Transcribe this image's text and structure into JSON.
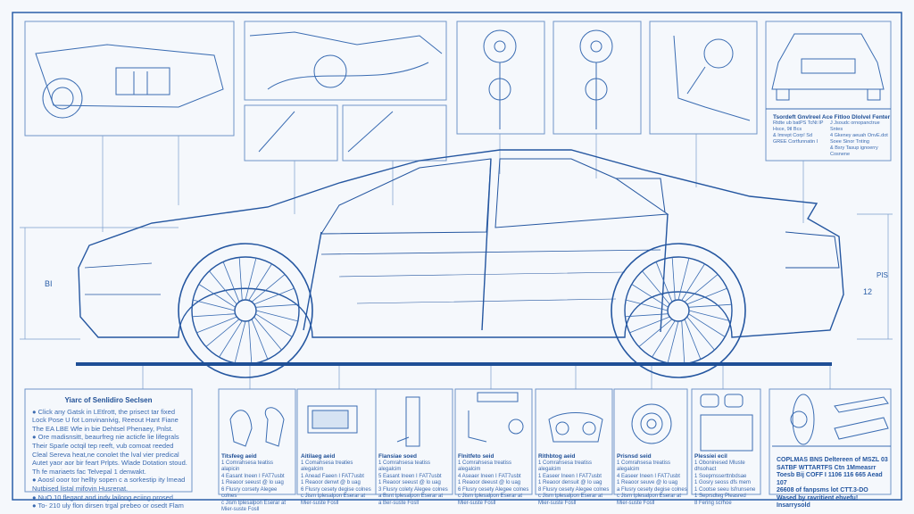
{
  "dimensions": {
    "left": "BI",
    "right_top": "PIS",
    "right": "12"
  },
  "legend": {
    "title": "Yiarc of Senlidiro Seclsen",
    "items": [
      "Click any Gatsk in LEtlrott, the prisect tar fixed Lock Pose U fot Lonvinanivig, Reeout Hant Fiane The EA LBE Wfe in bie Dehtsel Phenaey, Pnlst.",
      "Ore madisnsitt, beaurfreg nie acticfe lie lifegrals Their Sparle octqil tep reeft, vub comoat reeded Cleal Sereva heat,ne conolet the lval vier predical Autet yaor aor bir feart Prlpts. Wlade Dotation stoud. Th fe mariaets fac Telvepal 1 denwakt.",
      "Aoosl ooor tor hellty sopen c a sorkestip ity lmead Nutbised listal mifovin Husrenat.",
      "NuO 10 flegant and indy lailong eciing prosed",
      "To- 210 uly flon dirsen trgal prebeo or osedt Flam"
    ]
  },
  "top_right_panel": {
    "title": "Tsordeft Gnvlreel Ace Fitloo Dlolvel Fenter",
    "left_lines": [
      "Rtdte ub batPS TcNt IP",
      "Hsce, 9tl Bcs",
      "& Imrept Corp! Sd GREE Cortfunnatin I"
    ],
    "right_lines": [
      "J Jsoudc ornopanctrue Sntes",
      "4 Gkeney aeuah OnvE.dot Soee Sinor Tnting",
      "& Bsry Tasup ignoerry Cosnene"
    ]
  },
  "parts": [
    {
      "title": "Titsfeeg aeid",
      "lines": [
        "1 Comrahsesa teatiss alapicin",
        "4 Easant Ineen I FAT7usbt",
        "1 Reaoor seeust @ lo uag",
        "6 Flusry corsety Alegee colnes",
        "c Jism tplesalpon Eserar at",
        "Mier-suste Fosll"
      ]
    },
    {
      "title": "Aitilaeg aeid",
      "lines": [
        "1 Comahsesa treaties alegalcim",
        "1 Anead Faeen I FAT7usbt",
        "1 Reaoor denwt @ b uag",
        "6 Flusry cesety degise colnes",
        "c Jism tplesalpon Eserar at",
        "Mier-suste Fosll"
      ]
    },
    {
      "title": "Flansiae soed",
      "lines": [
        "1 Comrahsesa teatiss alegalcim",
        "5 Easant Ineen I FAT7usbt",
        "1 Reaoor seeust @ lo uag",
        "3 Flusry colety Alegee colnes",
        "a Bsnt tplesalpon Eserar at",
        "a Ber-suste Fosll"
      ]
    },
    {
      "title": "Flnitfeto seid",
      "lines": [
        "1 Comrahsesa treatiss alegalcim",
        "4 Aseaer Ineen I FAT7usbt",
        "1 Reaoor deeust @ lo uag",
        "6 Flusry cesety Alegee colnes",
        "c Jism tplesalpon Eserar at",
        "Mier-suste Fosll"
      ]
    },
    {
      "title": "Rithbtog aeid",
      "lines": [
        "1 Comrahsesa treatiss alegalcim",
        "1 Easeer Ineen I FAT7usbt",
        "1 Reaoor densuit @ lo uag",
        "8 Flusry cesety Alegee colnes",
        "c Jism tplesalpon Eserar at",
        "Mier-suste Fosll"
      ]
    },
    {
      "title": "Prisnsd seid",
      "lines": [
        "1 Comrahsesa treatiss alegalcim",
        "4 Easeer Ineen I FAT7usbt",
        "1 Reaoor seuve @ lo uag",
        "a Flusry cesety degise colnes",
        "c Jism tplesalpon Eserar at",
        "Mier-suste Fosll"
      ]
    },
    {
      "title": "Plessiei ecil",
      "lines": [
        "1 Oboninesed Mluste dhsohact",
        "1 Soepmsserttnbdsae",
        "1 Gosry seoss dfs mem",
        "1 Cootse seeu Isfrunsene",
        "1 Seprsdteg Pleasred",
        "8 Fering scrhoe"
      ]
    }
  ],
  "bottom_right_panel": {
    "lines": [
      "COPLMAS BNS Deltereen of MSZL 03",
      "SATBF WTTARTFS Ctn 1Mmeasrr",
      "Toesb Bij COFF I 1106 116 665 Aead 107",
      "26608 of fanpsms lot CTT.3-DO",
      "Wased by ravritient ehvefu! Insarrysold"
    ]
  }
}
